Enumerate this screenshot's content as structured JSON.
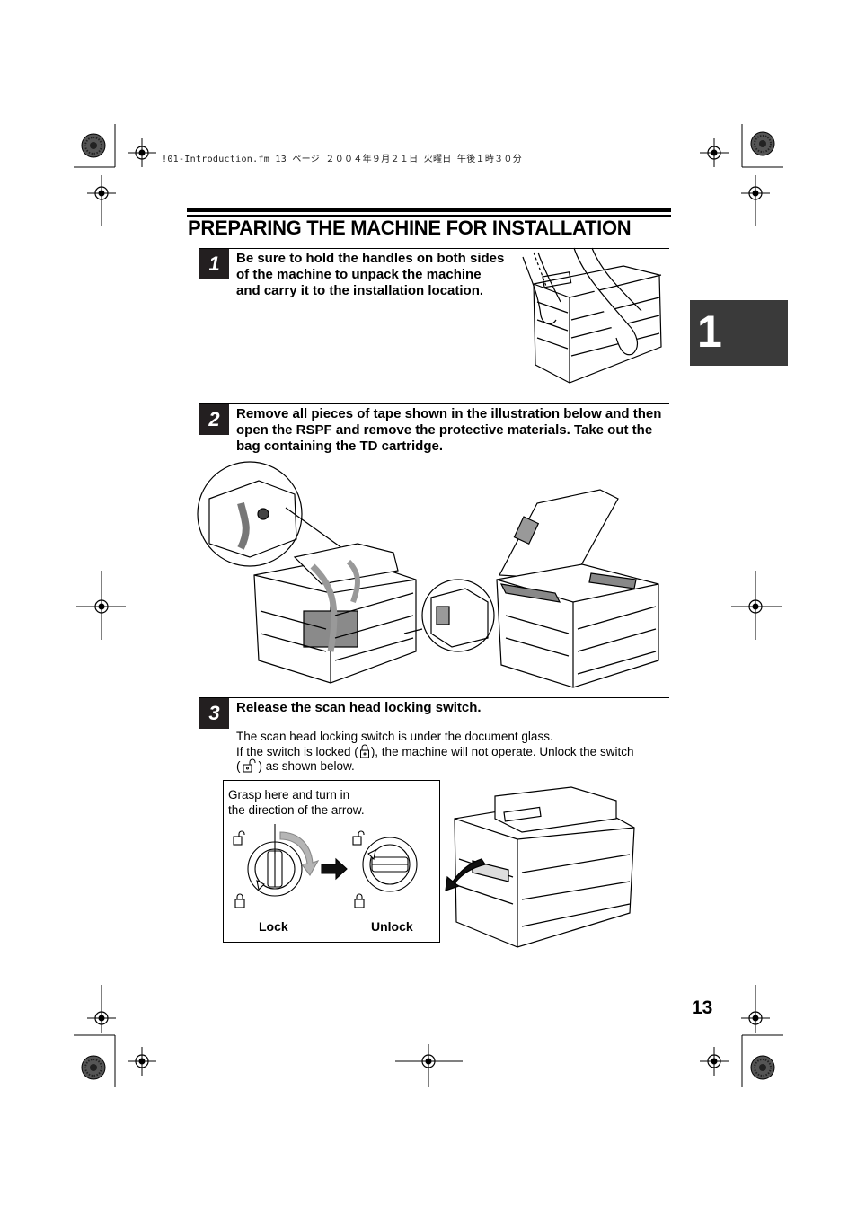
{
  "header_line": "!01-Introduction.fm  13 ページ  ２００４年９月２１日  火曜日  午後１時３０分",
  "page_title": "PREPARING THE MACHINE FOR INSTALLATION",
  "chapter_number": "1",
  "page_number": "13",
  "steps": [
    {
      "number": "1",
      "text": "Be sure to hold the handles on both sides of the machine to unpack the machine and carry it to the installation location."
    },
    {
      "number": "2",
      "text": "Remove all pieces of tape shown in the illustration below and then open the RSPF and remove the protective materials. Take out the bag containing the TD cartridge."
    },
    {
      "number": "3",
      "text": "Release the scan head locking switch.",
      "description_line1": "The scan head locking switch is under the document glass.",
      "description_line2a": "If the switch is locked (",
      "description_line2b": "), the machine will not operate. Unlock the switch",
      "description_line3a": "(",
      "description_line3b": ") as shown below."
    }
  ],
  "lock_diagram": {
    "caption_line1": "Grasp here and turn in",
    "caption_line2": "the direction of the arrow.",
    "lock_label": "Lock",
    "unlock_label": "Unlock"
  },
  "icons": [
    "crop-mark-icon",
    "registration-mark-icon",
    "color-target-icon",
    "lock-closed-icon",
    "lock-open-icon",
    "arrow-right-icon",
    "curved-arrow-icon"
  ],
  "colors": {
    "step_badge": "#231f20",
    "chapter_tab": "#3a3a3a",
    "tape_gray": "#9a9a9a"
  }
}
